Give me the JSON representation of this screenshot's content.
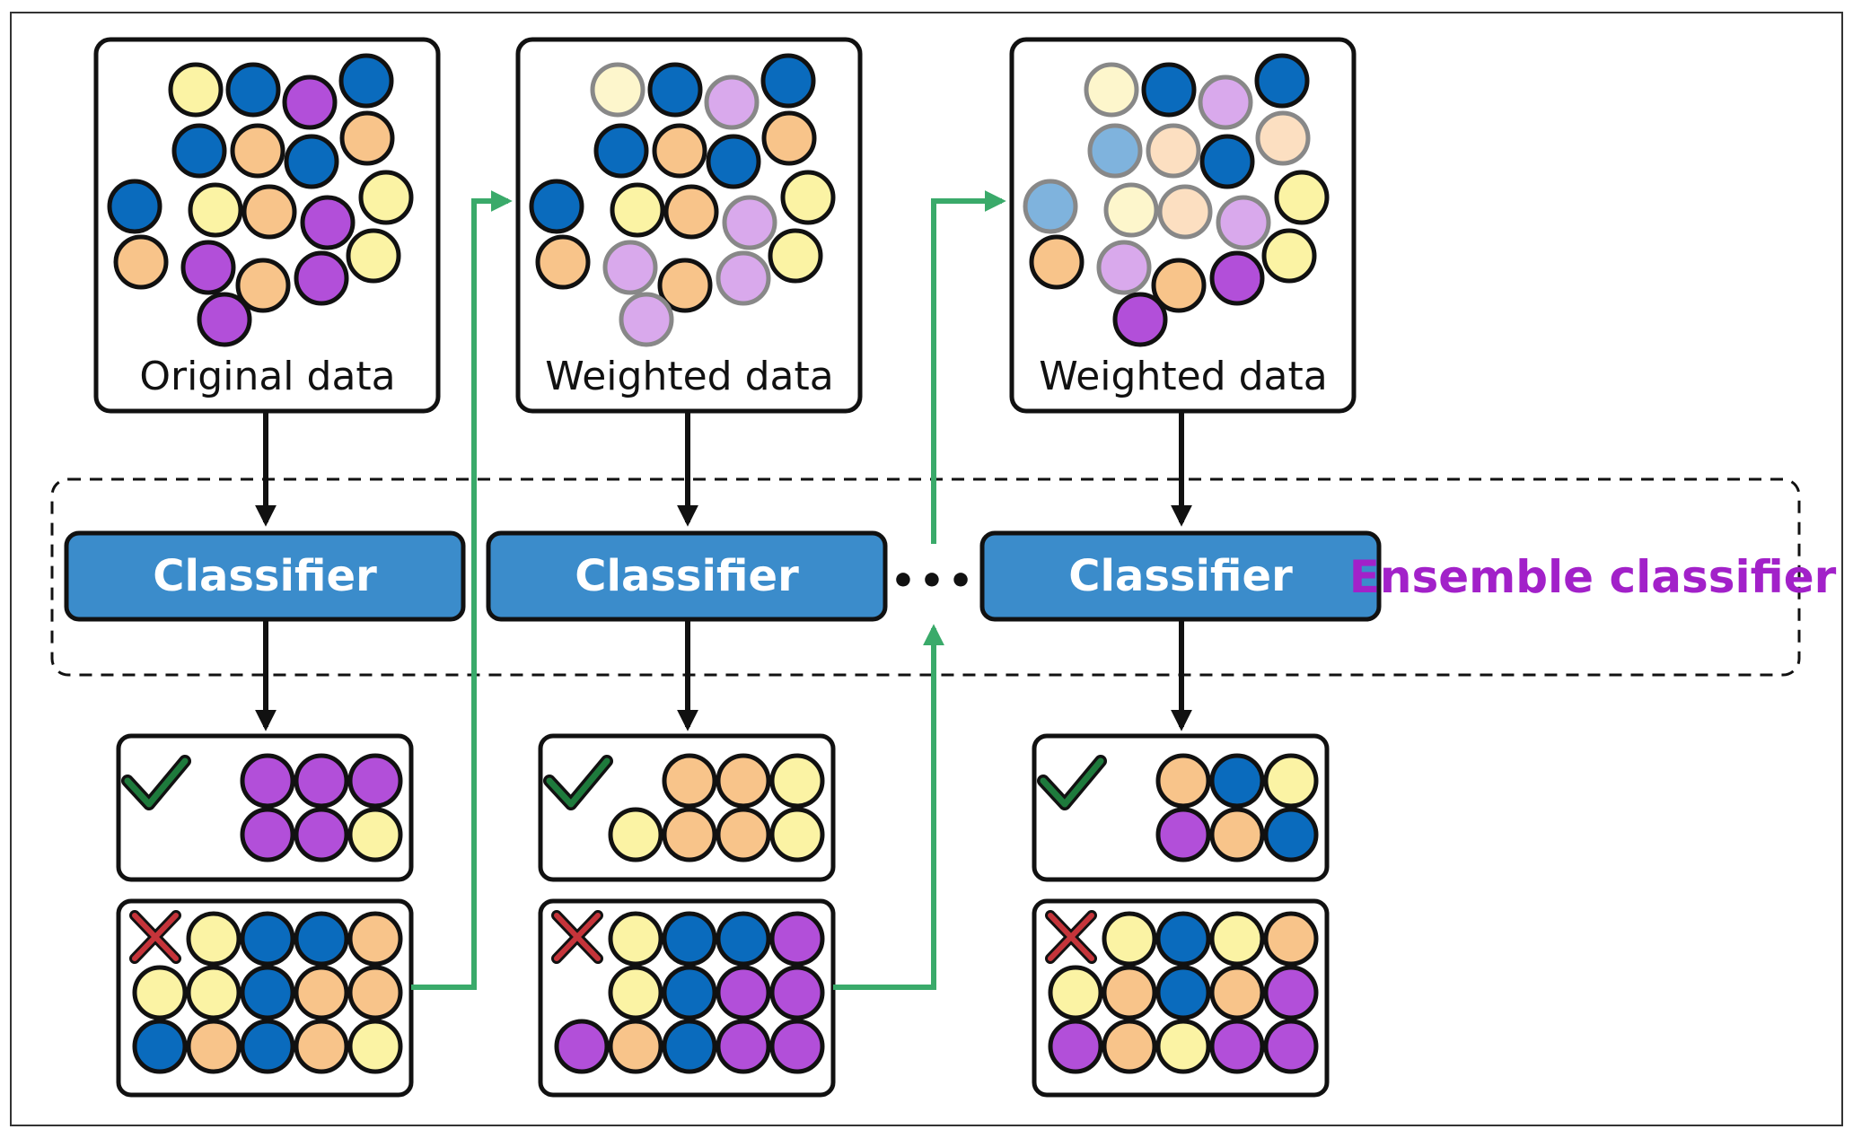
{
  "colors": {
    "yellow": "#fbf3a4",
    "blue": "#0a6bbd",
    "purple": "#b24fd9",
    "orange": "#f8c48a",
    "yellow_faded": "#fdf6cc",
    "blue_faded": "#7fb3dd",
    "purple_faded": "#d9a9ec",
    "orange_faded": "#fcdfc1",
    "classifier_fill": "#3b8ccb",
    "arrow_green": "#3aaa6a",
    "ensemble_text": "#a221c9",
    "check": "#1e7a3c",
    "cross": "#c5343a"
  },
  "stages": [
    {
      "data_label": "Original data",
      "classifier_label": "Classifier",
      "correct": [
        "purple",
        "purple",
        "purple",
        "purple",
        "purple",
        "yellow"
      ],
      "wrong": [
        "yellow",
        "blue",
        "blue",
        "orange",
        "yellow",
        "yellow",
        "blue",
        "orange",
        "orange",
        "blue",
        "orange",
        "blue",
        "orange",
        "yellow"
      ]
    },
    {
      "data_label": "Weighted data",
      "classifier_label": "Classifier",
      "correct": [
        "orange",
        "orange",
        "yellow",
        "yellow",
        "orange",
        "orange",
        "yellow"
      ],
      "wrong": [
        "yellow",
        "blue",
        "blue",
        "purple",
        "yellow",
        "blue",
        "purple",
        "purple",
        "purple",
        "orange",
        "blue",
        "purple",
        "purple"
      ]
    },
    {
      "data_label": "Weighted data",
      "classifier_label": "Classifier",
      "correct": [
        "orange",
        "blue",
        "yellow",
        "purple",
        "orange",
        "blue"
      ],
      "wrong": [
        "yellow",
        "blue",
        "yellow",
        "orange",
        "yellow",
        "orange",
        "blue",
        "orange",
        "purple",
        "purple",
        "orange",
        "yellow",
        "purple",
        "purple"
      ]
    }
  ],
  "ensemble_label": "Ensemble classifier",
  "ellipsis": "•••"
}
